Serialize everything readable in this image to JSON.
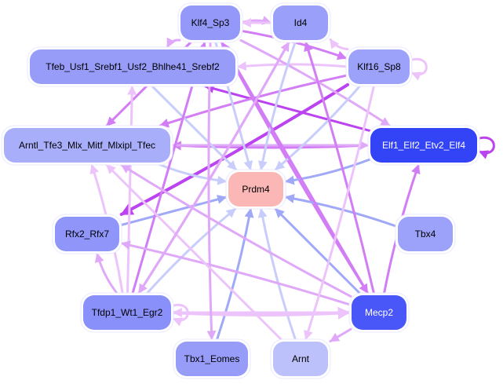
{
  "graph": {
    "title": "Prdm4 regulatory network",
    "colors": {
      "edge_light_pink": "#ecc4fb",
      "edge_pink": "#e0a8f8",
      "edge_violet": "#d27cf5",
      "edge_purple": "#bb44f0",
      "edge_light_blue": "#c8cdfb",
      "edge_blue": "#a0a8f8",
      "node_border": "#e8eaff",
      "label_dark": "#000000",
      "label_light": "#ffffff"
    },
    "nodes": [
      {
        "id": "klf4",
        "label": "Klf4_Sp3",
        "fill": "#9499f9",
        "text": "dark"
      },
      {
        "id": "id4",
        "label": "Id4",
        "fill": "#9aa0fa",
        "text": "dark"
      },
      {
        "id": "tfeb",
        "label": "Tfeb_Usf1_Srebf1_Usf2_Bhlhe41_Srebf2",
        "fill": "#979cf9",
        "text": "dark"
      },
      {
        "id": "klf16",
        "label": "Klf16_Sp8",
        "fill": "#9ca1fa",
        "text": "dark"
      },
      {
        "id": "arntl",
        "label": "Arntl_Tfe3_Mlx_Mitf_Mlxipl_Tfec",
        "fill": "#a9aefb",
        "text": "dark"
      },
      {
        "id": "elf1",
        "label": "Elf1_Elf2_Etv2_Elf4",
        "fill": "#3344f7",
        "text": "light"
      },
      {
        "id": "prdm4",
        "label": "Prdm4",
        "fill": "#fbb6b6",
        "text": "dark"
      },
      {
        "id": "rfx2",
        "label": "Rfx2_Rfx7",
        "fill": "#8f95f9",
        "text": "dark"
      },
      {
        "id": "tbx4",
        "label": "Tbx4",
        "fill": "#9ca1fa",
        "text": "dark"
      },
      {
        "id": "tfdp1",
        "label": "Tfdp1_Wt1_Egr2",
        "fill": "#8a90f9",
        "text": "dark"
      },
      {
        "id": "mecp2",
        "label": "Mecp2",
        "fill": "#4a57f8",
        "text": "light"
      },
      {
        "id": "tbx1",
        "label": "Tbx1_Eomes",
        "fill": "#979cf9",
        "text": "dark"
      },
      {
        "id": "arnt",
        "label": "Arnt",
        "fill": "#bcc0fb",
        "text": "dark"
      }
    ],
    "edges": [
      {
        "from": "klf4",
        "to": "id4",
        "color": "edge_pink",
        "weight": 3
      },
      {
        "from": "id4",
        "to": "klf4",
        "color": "edge_light_pink",
        "weight": 3
      },
      {
        "from": "klf4",
        "to": "tfeb",
        "color": "edge_pink",
        "weight": 3
      },
      {
        "from": "klf16",
        "to": "id4",
        "color": "edge_light_pink",
        "weight": 3
      },
      {
        "from": "klf16",
        "to": "klf16",
        "color": "edge_light_pink",
        "weight": 3,
        "self": true
      },
      {
        "from": "klf16",
        "to": "tfeb",
        "color": "edge_light_pink",
        "weight": 3
      },
      {
        "from": "klf4",
        "to": "klf16",
        "color": "edge_violet",
        "weight": 3
      },
      {
        "from": "elf1",
        "to": "tfeb",
        "color": "edge_purple",
        "weight": 3
      },
      {
        "from": "elf1",
        "to": "elf1",
        "color": "edge_purple",
        "weight": 3,
        "self": true
      },
      {
        "from": "elf1",
        "to": "arntl",
        "color": "edge_violet",
        "weight": 3
      },
      {
        "from": "arntl",
        "to": "elf1",
        "color": "edge_pink",
        "weight": 3
      },
      {
        "from": "klf16",
        "to": "arntl",
        "color": "edge_violet",
        "weight": 3
      },
      {
        "from": "klf16",
        "to": "rfx2",
        "color": "edge_purple",
        "weight": 4
      },
      {
        "from": "klf4",
        "to": "arntl",
        "color": "edge_violet",
        "weight": 3
      },
      {
        "from": "klf4",
        "to": "mecp2",
        "color": "edge_violet",
        "weight": 3
      },
      {
        "from": "klf4",
        "to": "elf1",
        "color": "edge_pink",
        "weight": 3
      },
      {
        "from": "klf4",
        "to": "prdm4",
        "color": "edge_light_blue",
        "weight": 3
      },
      {
        "from": "id4",
        "to": "prdm4",
        "color": "edge_light_blue",
        "weight": 3
      },
      {
        "from": "klf16",
        "to": "prdm4",
        "color": "edge_light_blue",
        "weight": 3
      },
      {
        "from": "tfeb",
        "to": "prdm4",
        "color": "edge_light_blue",
        "weight": 3
      },
      {
        "from": "arntl",
        "to": "prdm4",
        "color": "edge_light_blue",
        "weight": 3
      },
      {
        "from": "elf1",
        "to": "prdm4",
        "color": "edge_blue",
        "weight": 3
      },
      {
        "from": "rfx2",
        "to": "prdm4",
        "color": "edge_blue",
        "weight": 3
      },
      {
        "from": "tbx4",
        "to": "prdm4",
        "color": "edge_blue",
        "weight": 3
      },
      {
        "from": "tfdp1",
        "to": "prdm4",
        "color": "edge_light_blue",
        "weight": 3
      },
      {
        "from": "mecp2",
        "to": "prdm4",
        "color": "edge_blue",
        "weight": 3
      },
      {
        "from": "tbx1",
        "to": "prdm4",
        "color": "edge_blue",
        "weight": 3
      },
      {
        "from": "arnt",
        "to": "prdm4",
        "color": "edge_light_blue",
        "weight": 3
      },
      {
        "from": "tfdp1",
        "to": "klf4",
        "color": "edge_violet",
        "weight": 3
      },
      {
        "from": "tfdp1",
        "to": "id4",
        "color": "edge_pink",
        "weight": 3
      },
      {
        "from": "tfdp1",
        "to": "rfx2",
        "color": "edge_pink",
        "weight": 3
      },
      {
        "from": "tfdp1",
        "to": "tfeb",
        "color": "edge_light_pink",
        "weight": 3
      },
      {
        "from": "tfdp1",
        "to": "mecp2",
        "color": "edge_light_pink",
        "weight": 4
      },
      {
        "from": "tfdp1",
        "to": "tfdp1",
        "color": "edge_light_pink",
        "weight": 3,
        "self": true
      },
      {
        "from": "mecp2",
        "to": "tfdp1",
        "color": "edge_light_pink",
        "weight": 3
      },
      {
        "from": "mecp2",
        "to": "rfx2",
        "color": "edge_pink",
        "weight": 3
      },
      {
        "from": "mecp2",
        "to": "arntl",
        "color": "edge_pink",
        "weight": 3
      },
      {
        "from": "mecp2",
        "to": "klf4",
        "color": "edge_violet",
        "weight": 3
      },
      {
        "from": "mecp2",
        "to": "id4",
        "color": "edge_violet",
        "weight": 3
      },
      {
        "from": "mecp2",
        "to": "elf1",
        "color": "edge_violet",
        "weight": 3
      },
      {
        "from": "mecp2",
        "to": "arnt",
        "color": "edge_pink",
        "weight": 3
      },
      {
        "from": "klf4",
        "to": "tbx1",
        "color": "edge_pink",
        "weight": 3
      },
      {
        "from": "klf16",
        "to": "arnt",
        "color": "edge_light_pink",
        "weight": 3
      },
      {
        "from": "arnt",
        "to": "arntl",
        "color": "edge_light_pink",
        "weight": 3
      },
      {
        "from": "tfdp1",
        "to": "arntl",
        "color": "edge_light_pink",
        "weight": 3
      },
      {
        "from": "id4",
        "to": "tfdp1",
        "color": "edge_pink",
        "weight": 3
      }
    ]
  }
}
